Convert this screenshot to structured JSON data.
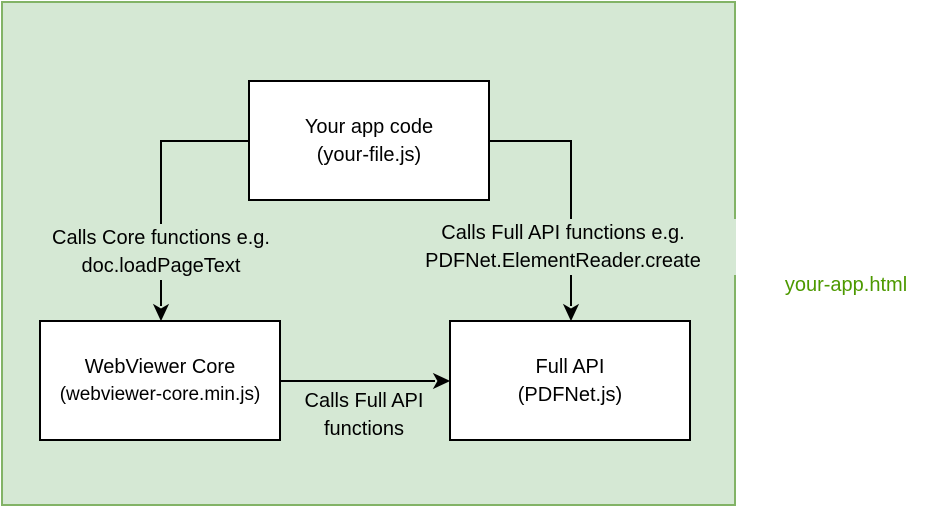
{
  "container": {
    "label": "your-app.html",
    "fill_color": "#d5e8d4",
    "stroke_color": "#82b366",
    "label_color": "#4d9900"
  },
  "nodes": {
    "app_code": {
      "line1": "Your app code",
      "line2": "(your-file.js)"
    },
    "webviewer_core": {
      "line1": "WebViewer Core",
      "line2": "(webviewer-core.min.js)"
    },
    "full_api": {
      "line1": "Full API",
      "line2": "(PDFNet.js)"
    }
  },
  "edges": {
    "app_to_core": {
      "line1": "Calls Core functions e.g.",
      "line2": "doc.loadPageText"
    },
    "app_to_full": {
      "line1": "Calls Full API functions e.g.",
      "line2": "PDFNet.ElementReader.create"
    },
    "core_to_full": {
      "line1": "Calls Full API",
      "line2": "functions"
    }
  }
}
